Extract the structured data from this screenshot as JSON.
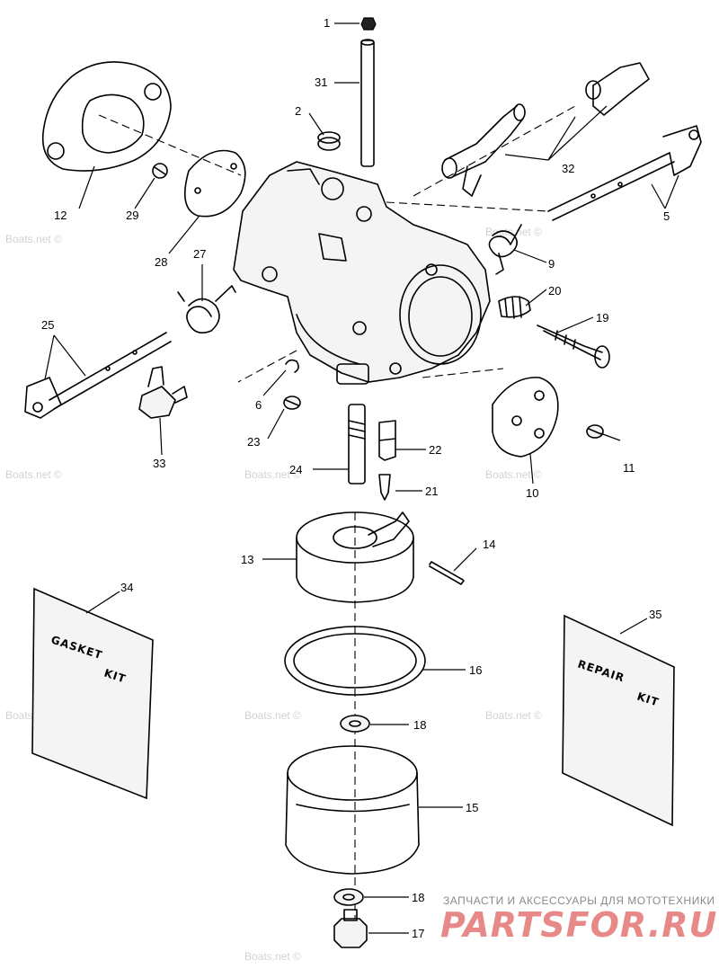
{
  "callouts": {
    "c1": "1",
    "c2": "2",
    "c5": "5",
    "c6": "6",
    "c9": "9",
    "c10": "10",
    "c11": "11",
    "c12": "12",
    "c13": "13",
    "c14": "14",
    "c15": "15",
    "c16": "16",
    "c17": "17",
    "c18a": "18",
    "c18b": "18",
    "c19": "19",
    "c20": "20",
    "c21": "21",
    "c22": "22",
    "c23": "23",
    "c24": "24",
    "c25": "25",
    "c27": "27",
    "c28": "28",
    "c29": "29",
    "c31": "31",
    "c32": "32",
    "c33": "33",
    "c34": "34",
    "c35": "35"
  },
  "kits": {
    "gasket_line1": "GASKET",
    "gasket_line2": "KIT",
    "repair_line1": "REPAIR",
    "repair_line2": "KIT"
  },
  "watermark": "Boats.net ©",
  "branding": {
    "caption": "ЗАПЧАСТИ И АКСЕССУАРЫ ДЛЯ МОТОТЕХНИКИ",
    "logo": "PARTSFOR.RU"
  }
}
